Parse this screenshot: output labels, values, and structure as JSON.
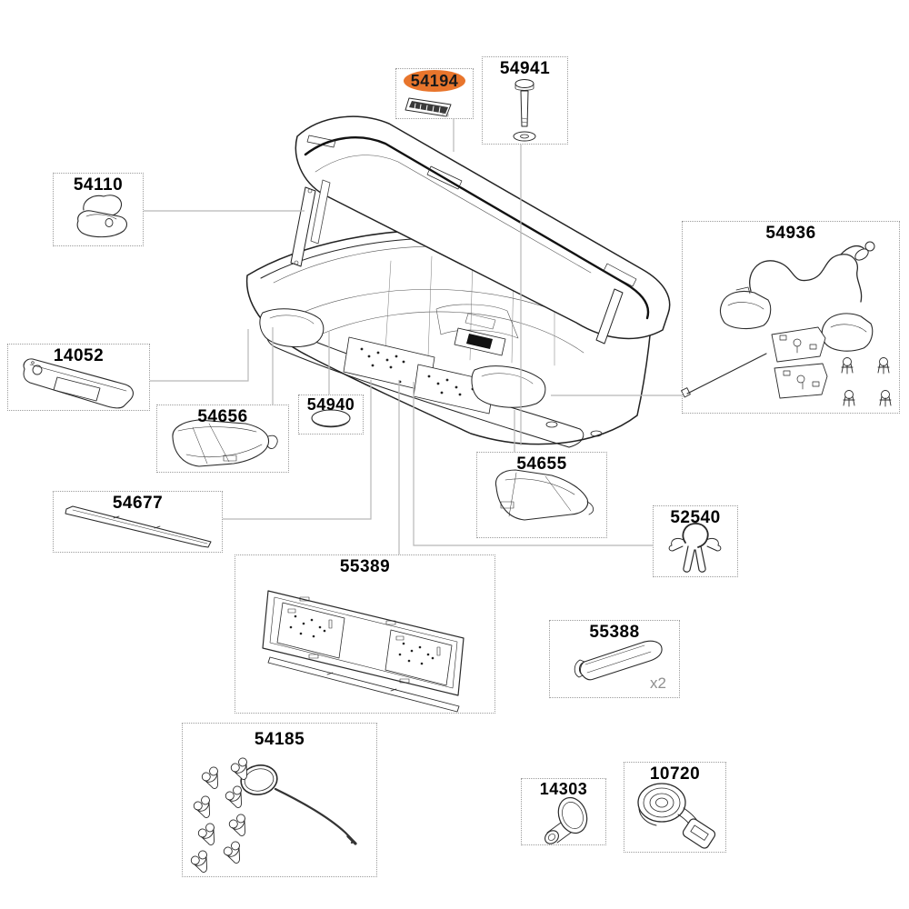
{
  "diagram": {
    "type": "exploded-parts-diagram",
    "subject": "roof cargo box with open lid",
    "highlight_color": "#e8752c",
    "connector_color": "#b8b8b8",
    "parts": [
      {
        "id": "54194",
        "highlighted": true
      },
      {
        "id": "54941"
      },
      {
        "id": "54110"
      },
      {
        "id": "54936"
      },
      {
        "id": "14052"
      },
      {
        "id": "54656"
      },
      {
        "id": "54940"
      },
      {
        "id": "54677"
      },
      {
        "id": "54655"
      },
      {
        "id": "52540"
      },
      {
        "id": "55389"
      },
      {
        "id": "55388",
        "qty_note": "x2"
      },
      {
        "id": "54185"
      },
      {
        "id": "14303"
      },
      {
        "id": "10720"
      }
    ]
  }
}
